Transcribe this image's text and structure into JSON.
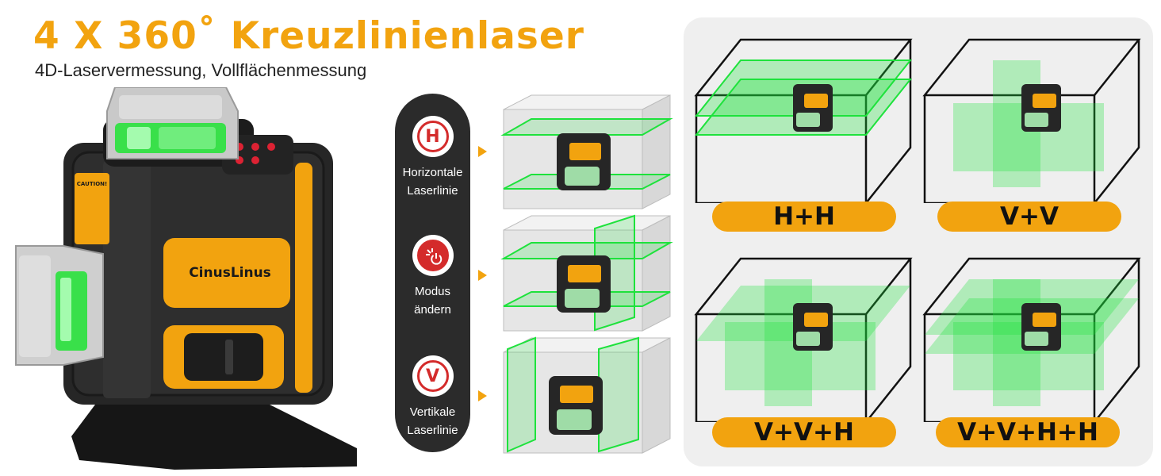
{
  "header": {
    "title": "4 X 360˚ Kreuzlinienlaser",
    "subtitle": "4D-Laservermessung, Vollflächenmessung"
  },
  "device": {
    "brand": "CinusLinus",
    "caution_text": "CAUTION!"
  },
  "modes": [
    {
      "icon": "H",
      "icon_name": "h-letter-icon",
      "label": "Horizontale\nLaserlinie"
    },
    {
      "icon": "",
      "icon_name": "laser-power-icon",
      "label": "Modus\nändern"
    },
    {
      "icon": "V",
      "icon_name": "v-letter-icon",
      "label": "Vertikale\nLaserlinie"
    }
  ],
  "combinations": [
    {
      "label": "H+H"
    },
    {
      "label": "V+V"
    },
    {
      "label": "V+V+H"
    },
    {
      "label": "V+V+H+H"
    }
  ],
  "colors": {
    "accent": "#f2a30f",
    "laser_green": "#1ee23c",
    "pill_dark": "#2b2b2b",
    "icon_red": "#d42b2b"
  }
}
